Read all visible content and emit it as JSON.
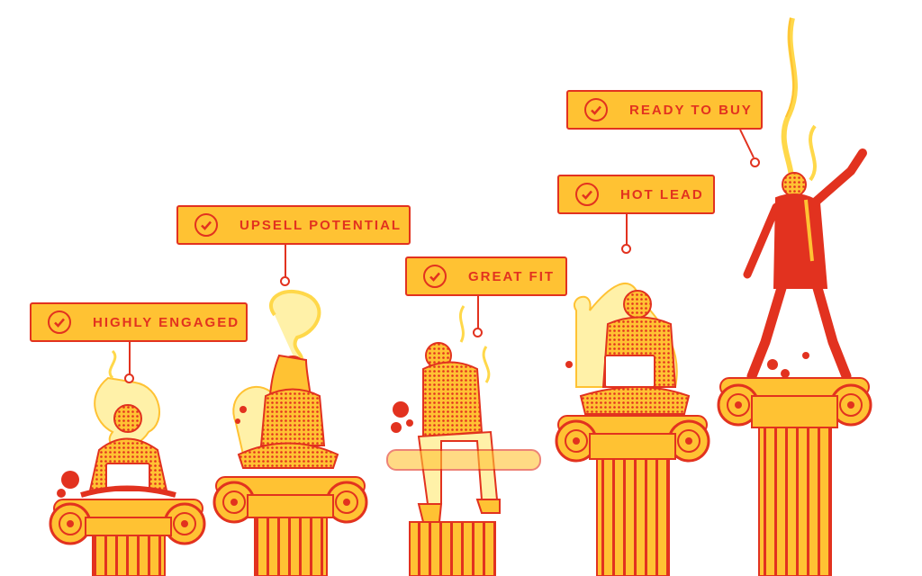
{
  "colors": {
    "accent_red": "#e2321f",
    "gold": "#ffc233",
    "yellow": "#ffd84a",
    "pale_yellow": "#fff1a8",
    "background": "#ffffff"
  },
  "icons": {
    "badge": "check-circle-icon"
  },
  "badges": [
    {
      "label": "HIGHLY ENGAGED"
    },
    {
      "label": "UPSELL POTENTIAL"
    },
    {
      "label": "GREAT FIT"
    },
    {
      "label": "HOT LEAD"
    },
    {
      "label": "READY TO BUY"
    }
  ]
}
